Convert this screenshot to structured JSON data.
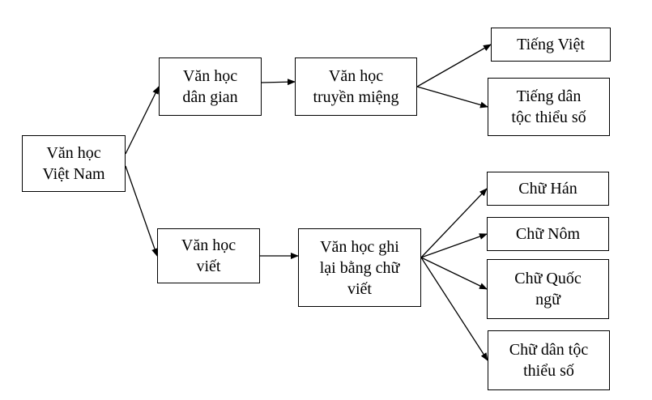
{
  "diagram": {
    "nodes": {
      "root": {
        "label": "Văn học\nViệt Nam"
      },
      "dan_gian": {
        "label": "Văn học\ndân gian"
      },
      "truyen_mieng": {
        "label": "Văn học\ntruyền miệng"
      },
      "tieng_viet": {
        "label": "Tiếng Việt"
      },
      "tieng_dan_toc": {
        "label": "Tiếng dân\ntộc thiểu số"
      },
      "viet": {
        "label": "Văn học\nviết"
      },
      "ghi_lai": {
        "label": "Văn học ghi\nlại bằng chữ\nviết"
      },
      "chu_han": {
        "label": "Chữ Hán"
      },
      "chu_nom": {
        "label": "Chữ Nôm"
      },
      "chu_quoc_ngu": {
        "label": "Chữ Quốc\nngữ"
      },
      "chu_dan_toc": {
        "label": "Chữ dân tộc\nthiểu số"
      }
    },
    "edges": [
      {
        "from": "root",
        "to": "dan_gian"
      },
      {
        "from": "root",
        "to": "viet"
      },
      {
        "from": "dan_gian",
        "to": "truyen_mieng"
      },
      {
        "from": "truyen_mieng",
        "to": "tieng_viet"
      },
      {
        "from": "truyen_mieng",
        "to": "tieng_dan_toc"
      },
      {
        "from": "viet",
        "to": "ghi_lai"
      },
      {
        "from": "ghi_lai",
        "to": "chu_han"
      },
      {
        "from": "ghi_lai",
        "to": "chu_nom"
      },
      {
        "from": "ghi_lai",
        "to": "chu_quoc_ngu"
      },
      {
        "from": "ghi_lai",
        "to": "chu_dan_toc"
      }
    ],
    "line_color": "#000000"
  }
}
